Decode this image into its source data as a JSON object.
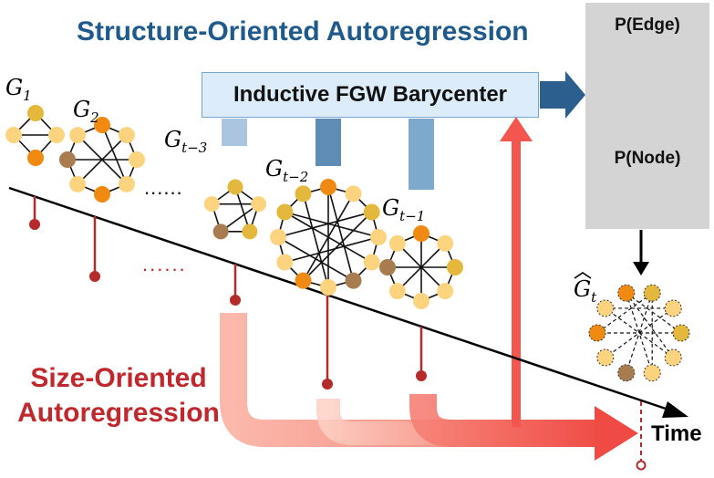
{
  "titles": {
    "structure": "Structure-Oriented Autoregression",
    "size_line1": "Size-Oriented",
    "size_line2": "Autoregression",
    "barycenter": "Inductive FGW Barycenter",
    "p_edge": "P(Edge)",
    "p_node": "P(Node)",
    "time": "Time"
  },
  "graph_labels": {
    "g1_base": "G",
    "g1_sub": "1",
    "g2_base": "G",
    "g2_sub": "2",
    "gt3_base": "G",
    "gt3_sub": "t−3",
    "gt2_base": "G",
    "gt2_sub": "t−2",
    "gt1_base": "G",
    "gt1_sub": "t−1",
    "gt_hat_base": "G",
    "gt_hat_sub": "t",
    "ellipsis": "......"
  },
  "colors": {
    "structure_blue": "#1f5a8c",
    "size_red": "#c0282d",
    "stem_red": "#b52a2a",
    "node_yellow": "#e4b83c",
    "node_light": "#fcd37f",
    "node_orange": "#f08a12",
    "node_brown": "#a87c4f",
    "arrow_red": "#f2564e",
    "arrow_pink": "#f8a79a",
    "barycenter_fill": "#dcecfb"
  }
}
